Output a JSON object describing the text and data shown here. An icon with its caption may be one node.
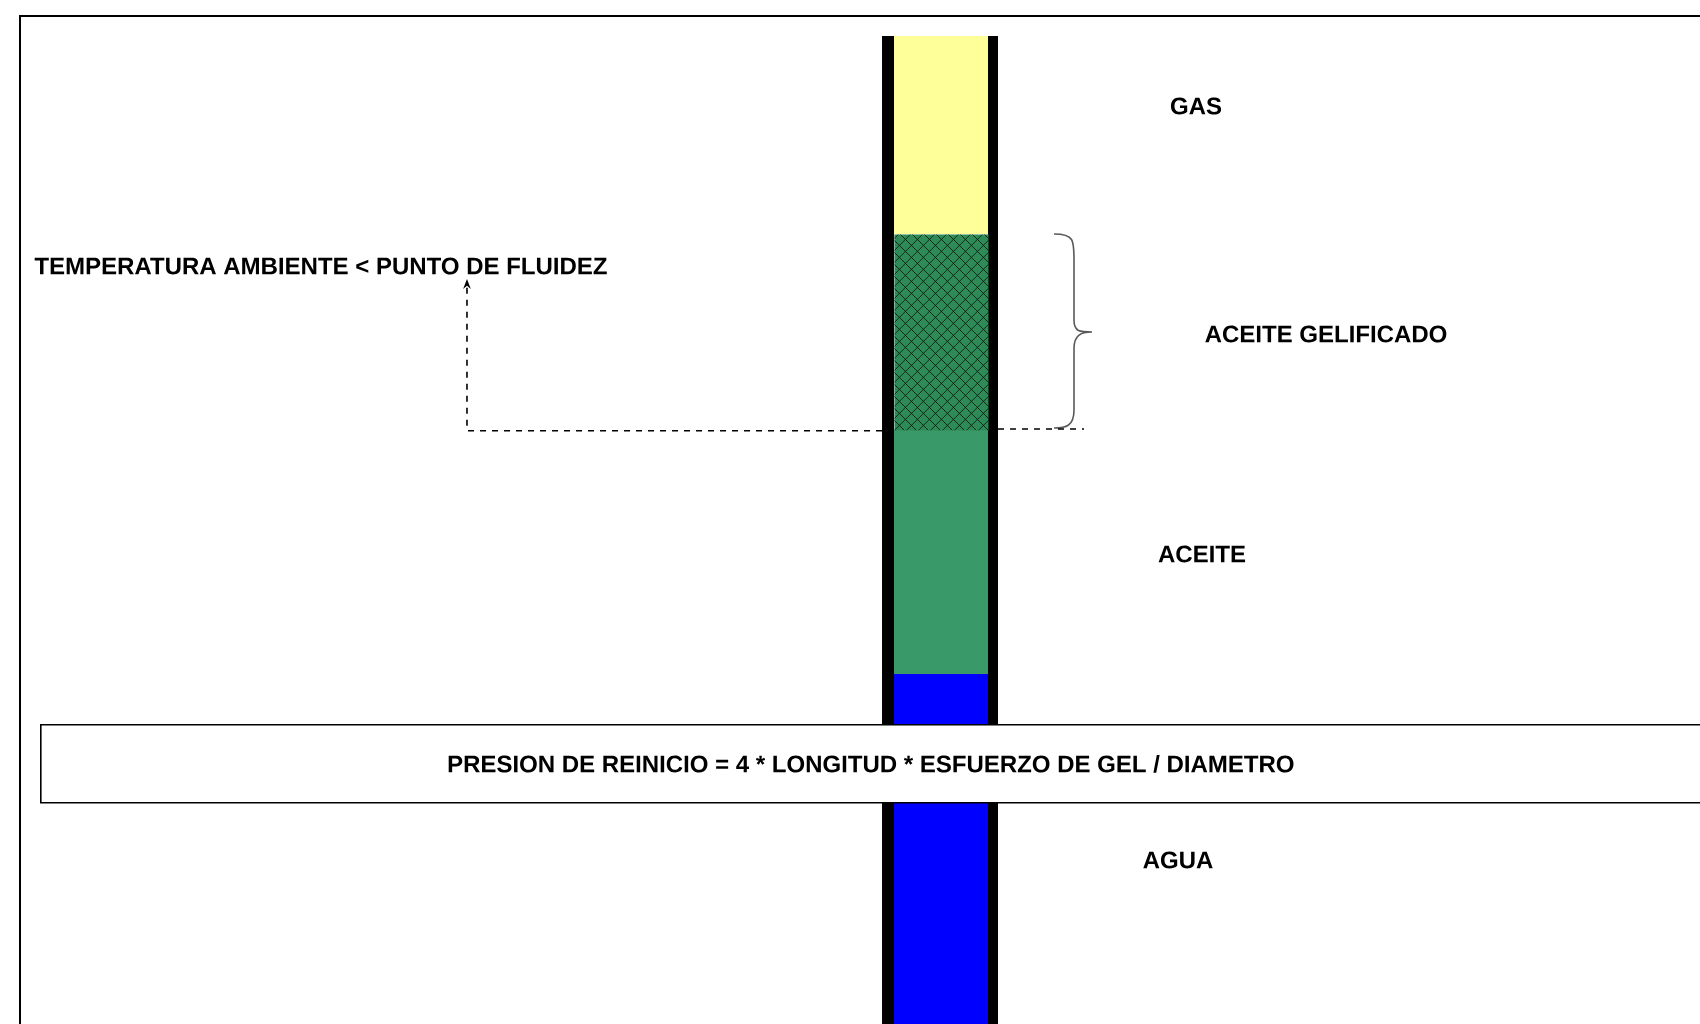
{
  "diagram": {
    "nodes": [
      {
        "text": [
          "TEMPERATURA AMBIENTE < PUNTO DE FLUIDEZ"
        ]
      },
      {
        "text": [],
        "shape": "bar"
      },
      {
        "text": [
          "PRESION DE REINICIO = 4 * LONGITUD * ESFUERZO DE GEL / DIAMETRO"
        ]
      }
    ],
    "edges": [
      {
        "from": 1,
        "to": 0,
        "arrow": "to",
        "style": "dashed"
      }
    ],
    "labels": [
      "GAS",
      "ACEITE GELIFICADO",
      "ACEITE",
      "AGUA"
    ]
  }
}
